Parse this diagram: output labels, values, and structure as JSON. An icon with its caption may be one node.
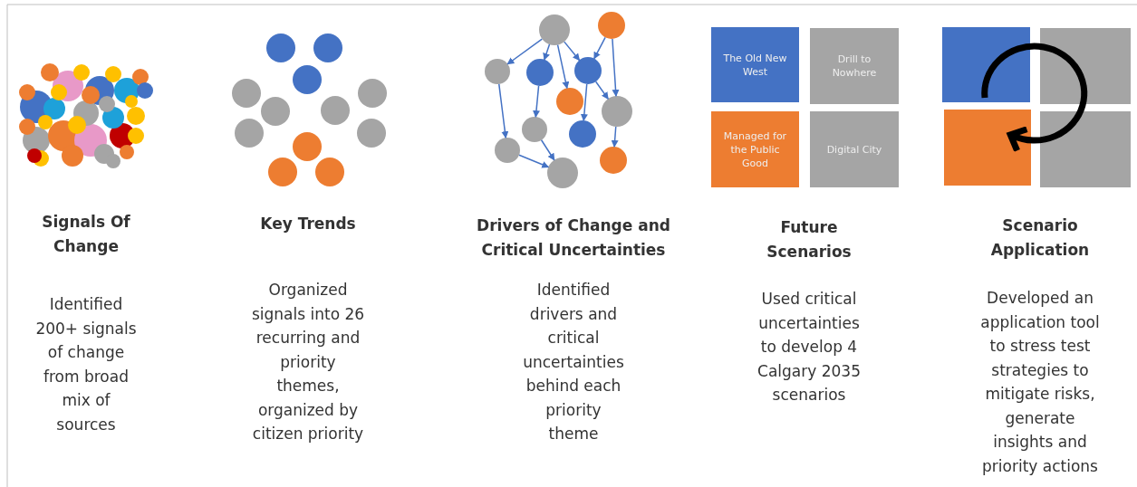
{
  "diagram": {
    "nodes": [
      {
        "text": [],
        "shape": "circle"
      },
      {
        "text": [],
        "shape": "circle"
      },
      {
        "text": [],
        "shape": "circle"
      },
      {
        "text": [],
        "shape": "circle"
      },
      {
        "text": [],
        "shape": "circle"
      },
      {
        "text": [],
        "shape": "circle"
      },
      {
        "text": [],
        "shape": "circle"
      },
      {
        "text": [],
        "shape": "circle"
      },
      {
        "text": [],
        "shape": "circle"
      },
      {
        "text": [],
        "shape": "circle"
      },
      {
        "text": [],
        "shape": "circle"
      },
      {
        "text": [],
        "shape": "circle"
      },
      {
        "text": [
          "The Old New West"
        ]
      },
      {
        "text": [
          "Drill to Nowhere"
        ]
      },
      {
        "text": [
          "Managed for the Public Good"
        ]
      },
      {
        "text": [
          "Digital City"
        ]
      }
    ],
    "edges": [
      {
        "from": 0,
        "to": 2,
        "arrow": "to"
      },
      {
        "from": 0,
        "to": 3,
        "arrow": "to"
      },
      {
        "from": 0,
        "to": 5,
        "arrow": "to"
      },
      {
        "from": 0,
        "to": 4,
        "arrow": "to"
      },
      {
        "from": 1,
        "to": 4,
        "arrow": "to"
      },
      {
        "from": 1,
        "to": 6,
        "arrow": "to"
      },
      {
        "from": 2,
        "to": 9,
        "arrow": "to"
      },
      {
        "from": 3,
        "to": 7,
        "arrow": "to"
      },
      {
        "from": 4,
        "to": 8,
        "arrow": "to"
      },
      {
        "from": 4,
        "to": 6,
        "arrow": "to"
      },
      {
        "from": 6,
        "to": 10,
        "arrow": "to"
      },
      {
        "from": 7,
        "to": 11,
        "arrow": "to"
      },
      {
        "from": 9,
        "to": 11,
        "arrow": "to"
      }
    ],
    "labels": [
      "Signals Of Change",
      "Identified 200+ signals of change from broad mix of sources",
      "Key Trends",
      "Organized signals into 26 recurring and priority themes, organized by citizen priority",
      "Drivers of Change and Critical Uncertainties",
      "Identified drivers and critical uncertainties behind each priority theme",
      "Future Scenarios",
      "Used critical uncertainties to develop 4 Calgary 2035 scenarios",
      "Scenario Application",
      "Developed an application tool to stress test strategies to mitigate risks, generate insights and priority actions"
    ]
  }
}
